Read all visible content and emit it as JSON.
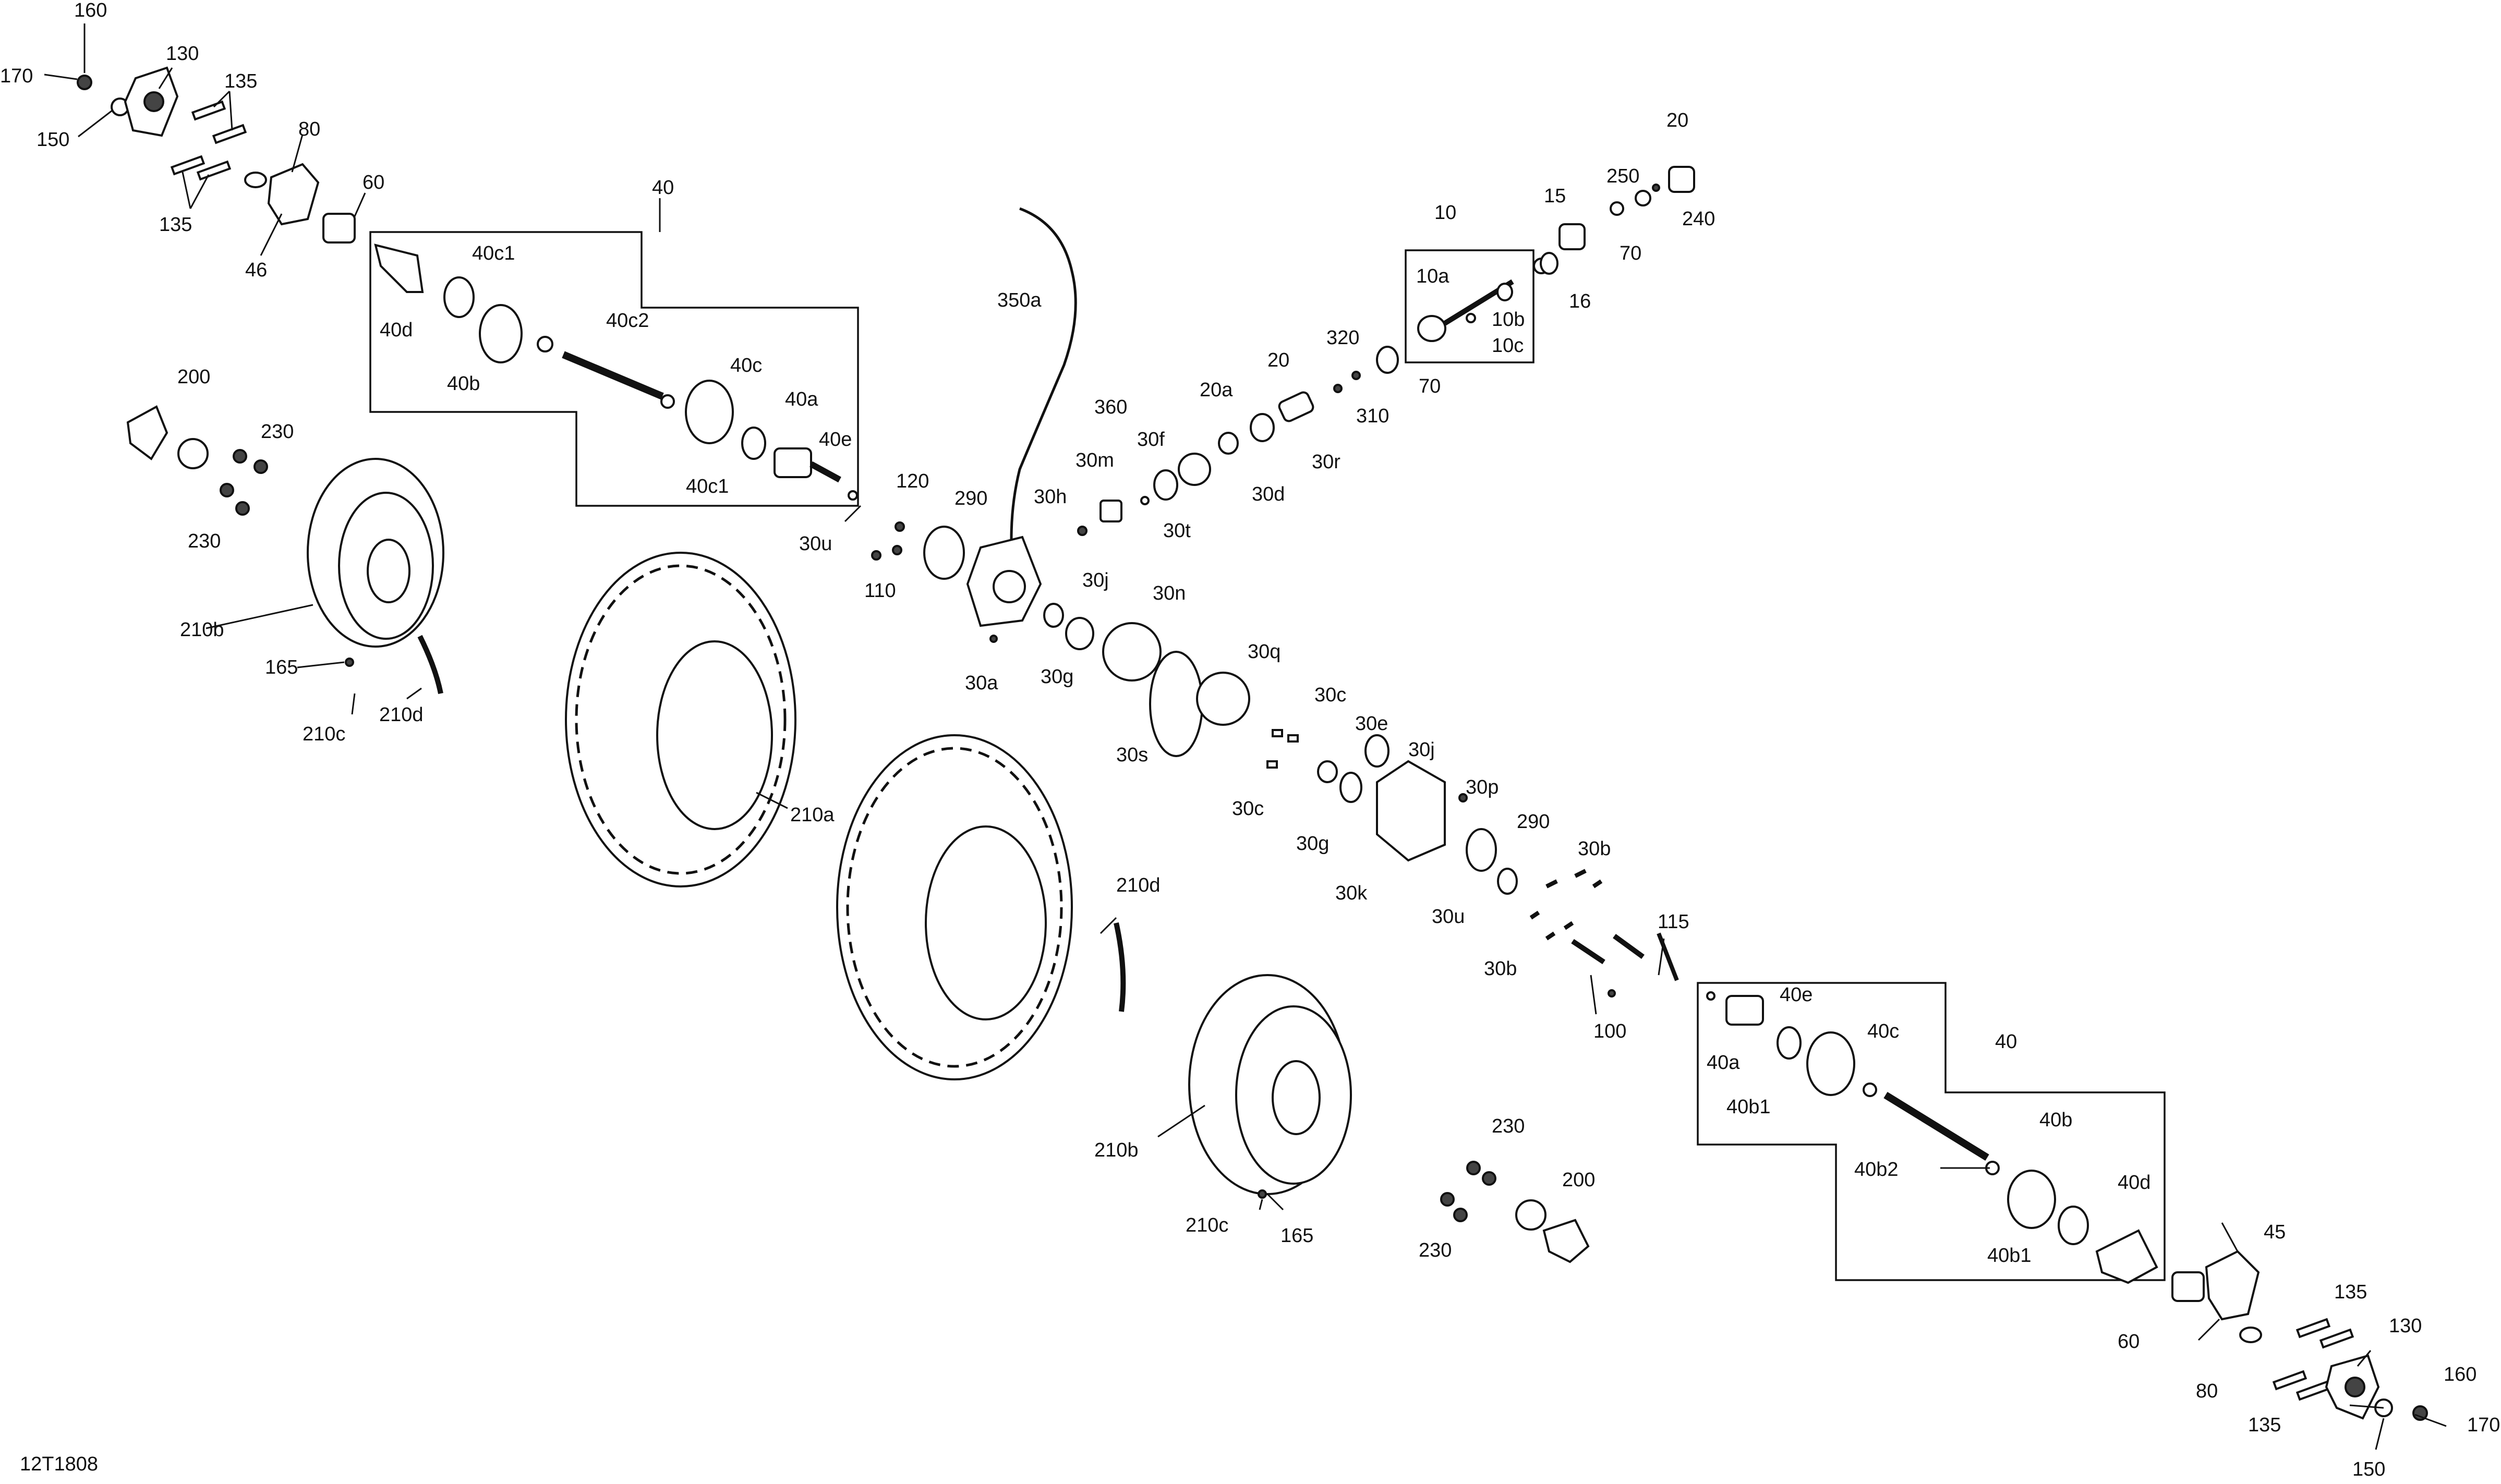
{
  "diagram": {
    "ref": "12T1808",
    "labels": {
      "l160a": "160",
      "l170a": "170",
      "l130a": "130",
      "l135a": "135",
      "l150a": "150",
      "l80a": "80",
      "l135b": "135",
      "l46": "46",
      "l60a": "60",
      "l40top": "40",
      "l40c1a": "40c1",
      "l40da": "40d",
      "l40c2": "40c2",
      "l40ba": "40b",
      "l40ca": "40c",
      "l40aa": "40a",
      "l40ea": "40e",
      "l40c1b": "40c1",
      "l200a": "200",
      "l230a": "230",
      "l230b": "230",
      "l210ba": "210b",
      "l165a": "165",
      "l210ca": "210c",
      "l210da": "210d",
      "l350a": "350a",
      "l360": "360",
      "l120": "120",
      "l290a": "290",
      "l30u_a": "30u",
      "l110": "110",
      "l30h": "30h",
      "l30m": "30m",
      "l30t": "30t",
      "l30f": "30f",
      "l20a": "20a",
      "l30d": "30d",
      "l20b": "20",
      "l30r": "30r",
      "l320": "320",
      "l310": "310",
      "l70a": "70",
      "l10": "10",
      "l10a": "10a",
      "l10b": "10b",
      "l10c": "10c",
      "l15": "15",
      "l16": "16",
      "l250": "250",
      "l20c": "20",
      "l240": "240",
      "l70b": "70",
      "l30j_a": "30j",
      "l30n": "30n",
      "l30a": "30a",
      "l30g_a": "30g",
      "l30s": "30s",
      "l30q": "30q",
      "l30c_a": "30c",
      "l30e": "30e",
      "l30j_b": "30j",
      "l30c_b": "30c",
      "l30g_b": "30g",
      "l30k": "30k",
      "l30p": "30p",
      "l290b": "290",
      "l30u_b": "30u",
      "l30b_a": "30b",
      "l30b_b": "30b",
      "l115": "115",
      "l100": "100",
      "l210a": "210a",
      "l210db": "210d",
      "l210bb": "210b",
      "l210cb": "210c",
      "l165b": "165",
      "l230c": "230",
      "l230d": "230",
      "l200b": "200",
      "l40bot": "40",
      "l40eb": "40e",
      "l40ab": "40a",
      "l40cb": "40c",
      "l40b1a": "40b1",
      "l40b2": "40b2",
      "l40bb": "40b",
      "l40db": "40d",
      "l40b1b": "40b1",
      "l45": "45",
      "l135c": "135",
      "l130b": "130",
      "l60b": "60",
      "l80b": "80",
      "l135d": "135",
      "l160b": "160",
      "l170b": "170",
      "l150b": "150"
    }
  }
}
